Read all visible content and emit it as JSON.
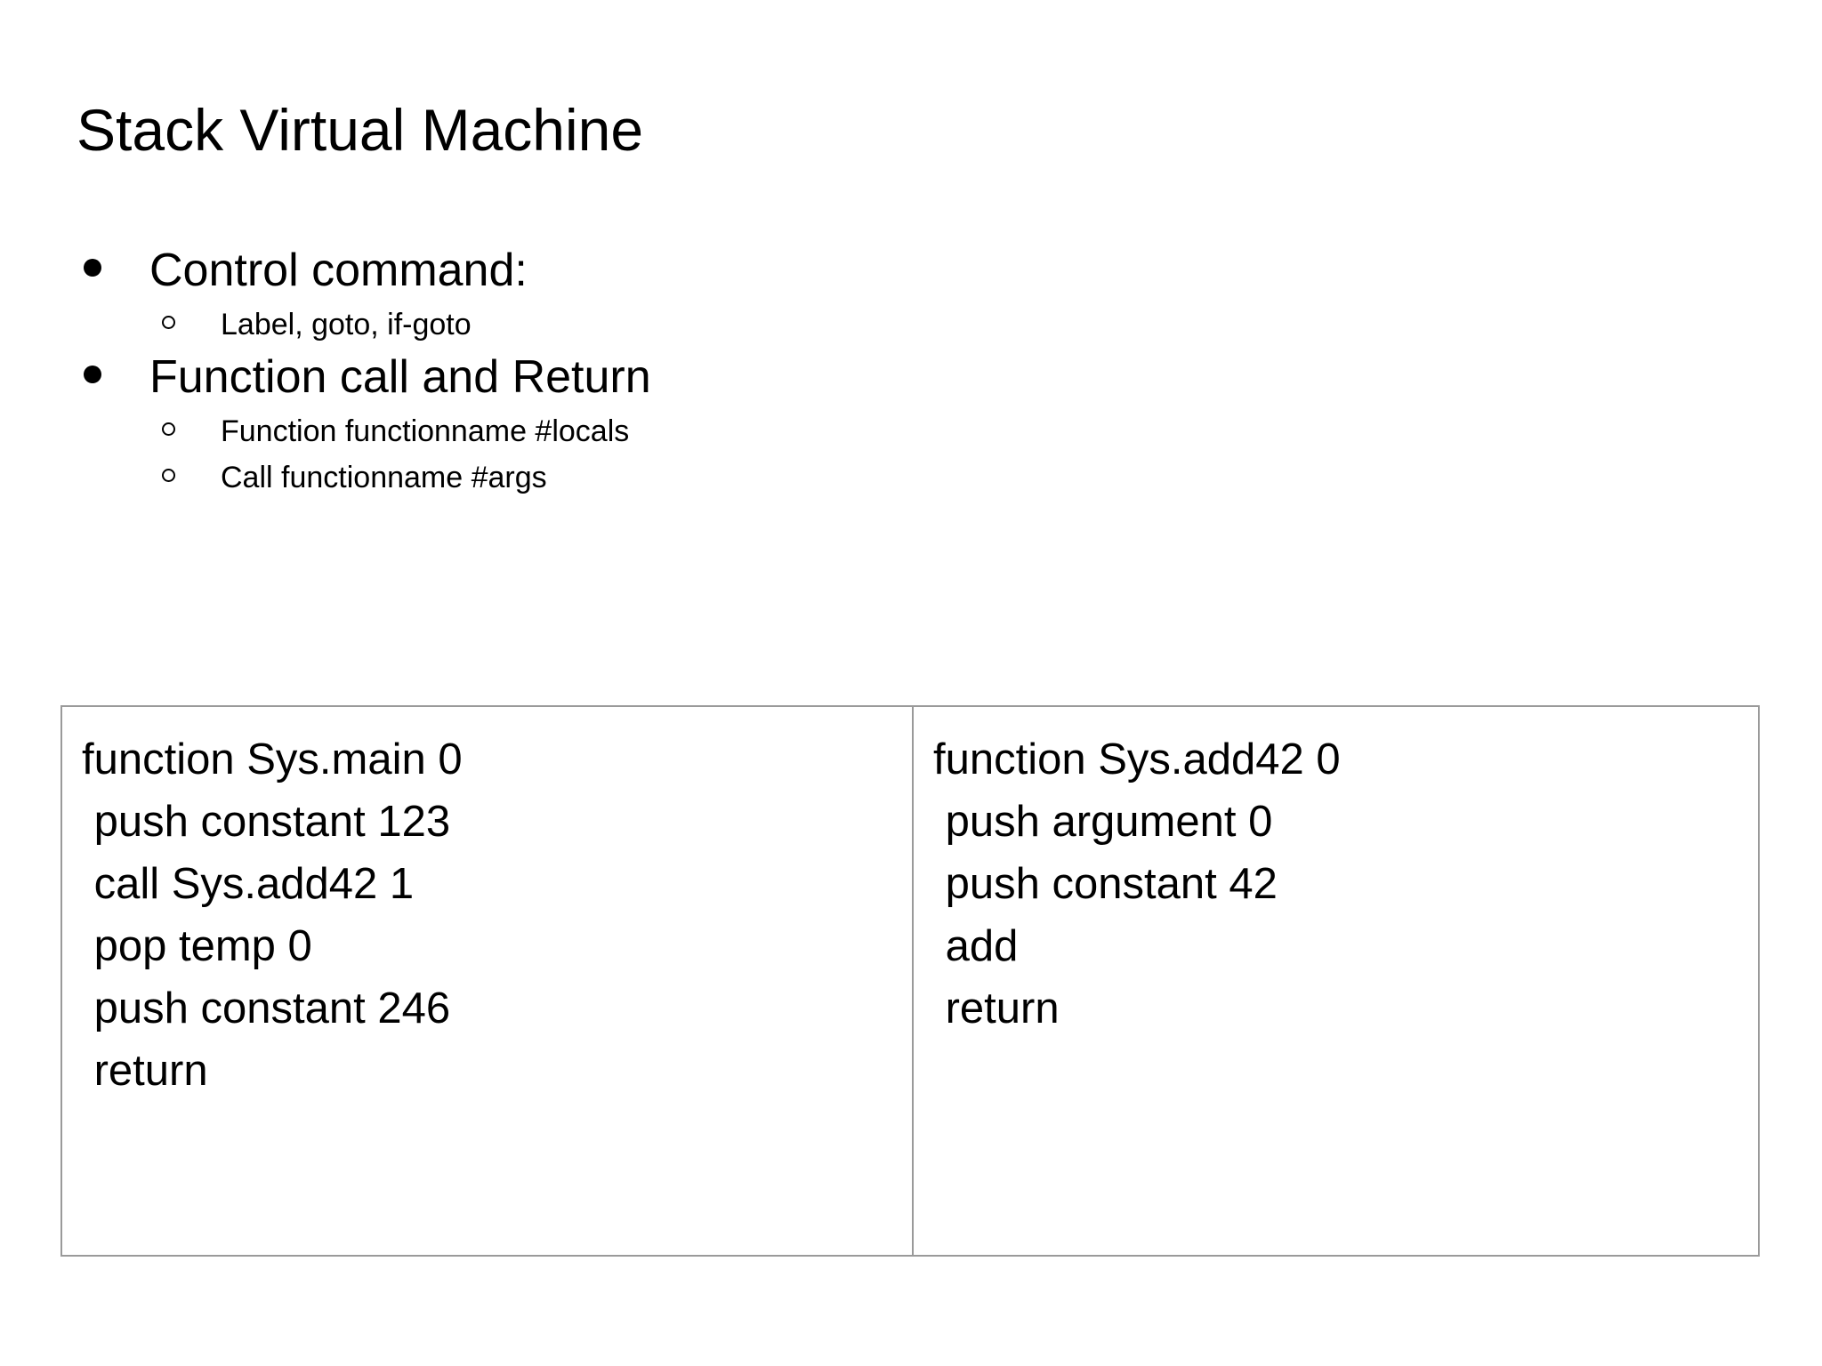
{
  "slide": {
    "title": "Stack Virtual Machine",
    "bullets": [
      {
        "marker": "filled-disc-bullet",
        "text": "Control command:",
        "sub": [
          {
            "marker": "hollow-circle-bullet",
            "text": "Label, goto, if-goto"
          }
        ]
      },
      {
        "marker": "filled-disc-bullet",
        "text": "Function call and Return",
        "sub": [
          {
            "marker": "hollow-circle-bullet",
            "text": "Function functionname #locals"
          },
          {
            "marker": "hollow-circle-bullet",
            "text": "Call functionname #args"
          }
        ]
      }
    ],
    "code_table": {
      "border_color": "#9a9a9a",
      "columns": [
        {
          "name": "sys-main",
          "lines": [
            "function Sys.main 0",
            " push constant 123",
            " call Sys.add42 1",
            " pop temp 0",
            " push constant 246",
            " return"
          ]
        },
        {
          "name": "sys-add42",
          "lines": [
            "function Sys.add42 0",
            " push argument 0",
            " push constant 42",
            " add",
            " return"
          ]
        }
      ]
    }
  }
}
